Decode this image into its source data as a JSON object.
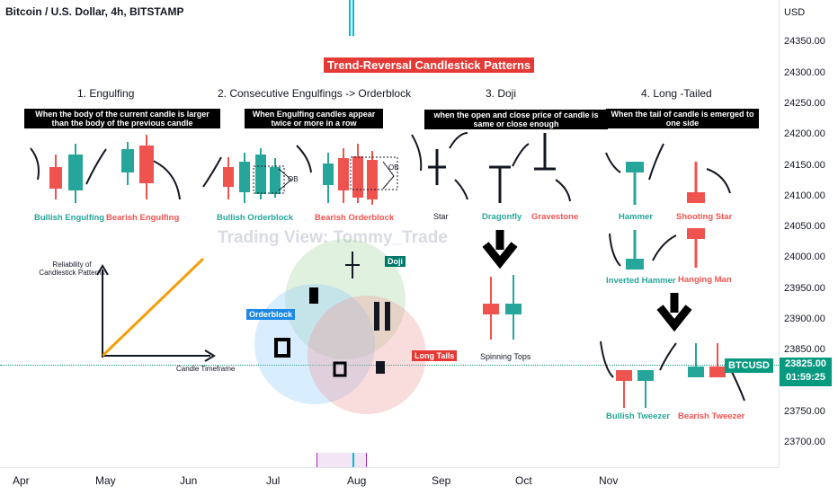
{
  "header": {
    "symbol": "Bitcoin / U.S. Dollar, 4h, BITSTAMP"
  },
  "price_axis": {
    "currency": "USD",
    "ticks": [
      "24350.00",
      "24300.00",
      "24250.00",
      "24200.00",
      "24150.00",
      "24100.00",
      "24050.00",
      "24000.00",
      "23950.00",
      "23900.00",
      "23850.00",
      "23750.00",
      "23700.00"
    ]
  },
  "time_axis": {
    "months": [
      "Apr",
      "May",
      "Jun",
      "Jul",
      "Aug",
      "Sep",
      "Oct",
      "Nov"
    ]
  },
  "current_price": {
    "symbol": "BTCUSD",
    "price": "23825.00",
    "countdown": "01:59:25"
  },
  "main_title": "Trend-Reversal Candlestick Patterns",
  "watermark": "Trading View: Tommy_Trade",
  "sections": {
    "engulfing": {
      "title": "1. Engulfing",
      "desc": "When the body of the current candle is larger than the body of the previous candle",
      "label_bull": "Bullish Engulfing",
      "label_bear": "Bearish Engulfing"
    },
    "orderblock": {
      "title": "2. Consecutive Engulfings -> Orderblock",
      "desc": "When Engulfing candles appear twice or more in a row",
      "label_bull": "Bullish Orderblock",
      "label_bear": "Bearish Orderblock",
      "ob": "OB"
    },
    "doji": {
      "title": "3. Doji",
      "desc": "when the open and close price of candle is same or close enough",
      "label_star": "Star",
      "label_dragonfly": "Dragonfly",
      "label_gravestone": "Gravestone",
      "label_spinning": "Spinning Tops"
    },
    "long_tailed": {
      "title": "4. Long -Tailed",
      "desc": "When the tail of candle is emerged to one side",
      "label_hammer": "Hammer",
      "label_shooting": "Shooting Star",
      "label_inverted": "Inverted Hammer",
      "label_hanging": "Hanging Man",
      "label_bull_tweezer": "Bullish Tweezer",
      "label_bear_tweezer": "Bearish Tweezer"
    }
  },
  "reliability_chart": {
    "ylabel": "Reliability of Candlestick Patterns",
    "xlabel": "Candle Timeframe"
  },
  "venn": {
    "doji": "Doji",
    "orderblock": "Orderblock",
    "long_tails": "Long Tails"
  },
  "chart_data": {
    "type": "line",
    "title": "",
    "xlabel": "Candle Timeframe",
    "ylabel": "Reliability of Candlestick Patterns",
    "x": [
      0,
      1
    ],
    "series": [
      {
        "values": [
          0,
          1
        ]
      }
    ],
    "colors": {
      "line": "#f59e0b"
    }
  },
  "colors": {
    "bull": "#26a69a",
    "bear": "#ef5350",
    "title_bg": "#e53935"
  }
}
